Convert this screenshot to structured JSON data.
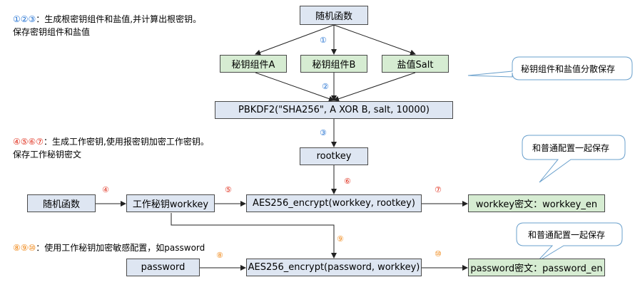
{
  "notes": {
    "note1_marks": "①②③",
    "note1_text": "：生成根密钥组件和盐值,并计算出根密钥。",
    "note1_line2": "保存密钥组件和盐值",
    "note2_marks": "④⑤⑥⑦",
    "note2_text": "：生成工作密钥,使用报密钥加密工作密钥。",
    "note2_line2": "保存工作秘钥密文",
    "note3_marks": "⑧⑨⑩",
    "note3_text": "：使用工作秘钥加密敏感配置，如password"
  },
  "boxes": {
    "random_top": "随机函数",
    "component_a": "秘钥组件A",
    "component_b": "秘钥组件B",
    "salt": "盐值Salt",
    "pbkdf2": "PBKDF2(\"SHA256\", A XOR B, salt, 10000)",
    "rootkey": "rootkey",
    "random_left": "随机函数",
    "workkey": "工作秘钥workkey",
    "aes_workkey": "AES256_encrypt(workkey, rootkey)",
    "workkey_cipher": "workkey密文：workkey_en",
    "password": "password",
    "aes_password": "AES256_encrypt(password, workkey)",
    "password_cipher": "password密文：password_en"
  },
  "callouts": {
    "separate_storage": "秘钥组件和盐值分散保存",
    "store_with_config_1": "和普通配置一起保存",
    "store_with_config_2": "和普通配置一起保存"
  },
  "step_marks": {
    "s1": "①",
    "s2": "②",
    "s3": "③",
    "s4": "④",
    "s5": "⑤",
    "s6": "⑥",
    "s7": "⑦",
    "s8": "⑧",
    "s9": "⑨",
    "s10": "⑩"
  },
  "colors": {
    "box_blue": "#dee6f2",
    "box_green": "#d6ecd2",
    "mark_blue": "#1f6fd1",
    "mark_red": "#e0301e",
    "mark_orange": "#f08a1c"
  }
}
